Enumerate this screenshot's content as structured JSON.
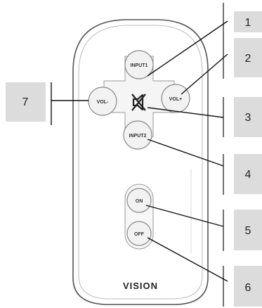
{
  "remote": {
    "buttons": {
      "input1": "INPUT1",
      "input2": "INPUT2",
      "vol_minus": "VOL-",
      "vol_plus": "VOL+",
      "mute_icon": "speaker-mute-icon",
      "on": "ON",
      "off": "OFF"
    },
    "brand": "VISION"
  },
  "callouts": [
    "1",
    "2",
    "3",
    "4",
    "5",
    "6",
    "7"
  ],
  "colors": {
    "callout_box": "#dcdcdc",
    "remote_outline": "#555555",
    "button_fill": "#f2f2f2"
  }
}
